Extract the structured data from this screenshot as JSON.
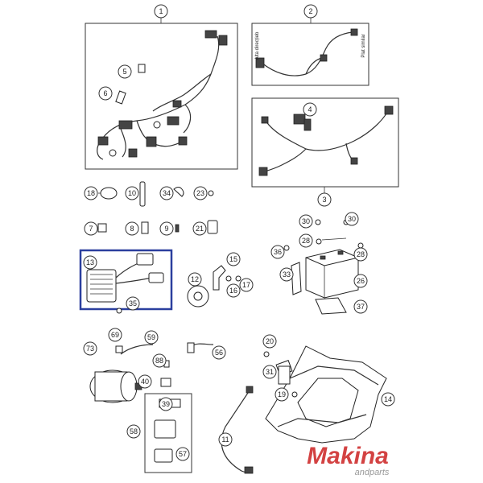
{
  "callouts": [
    "1",
    "2",
    "3",
    "4",
    "5",
    "6",
    "10",
    "11",
    "12",
    "13",
    "14",
    "15",
    "16",
    "17",
    "18",
    "19",
    "20",
    "21",
    "23",
    "26",
    "28",
    "28",
    "30",
    "30",
    "31",
    "33",
    "34",
    "35",
    "36",
    "37",
    "39",
    "40",
    "56",
    "57",
    "58",
    "59",
    "69",
    "73",
    "7",
    "8",
    "9",
    "88"
  ],
  "side_labels": [
    "Alta direcțieb",
    "Plat similar"
  ],
  "watermark": {
    "brand": "Makina",
    "sub": "andparts"
  },
  "highlight_color": "#2b3f9e"
}
